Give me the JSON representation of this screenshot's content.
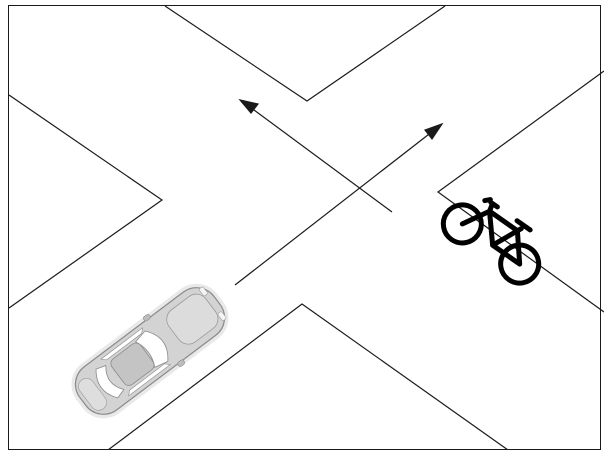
{
  "scene": {
    "background": "#ffffff",
    "line_color": "#1a1a1a",
    "car_body_color": "#cfcfcf",
    "car_glass_color": "#ffffff",
    "car_outline_color": "#8a8a8a",
    "bicycle_color": "#000000"
  },
  "elements": {
    "road": "intersection",
    "vehicle": "car-icon",
    "cyclist": "bicycle-icon",
    "arrows": [
      "arrow-up-left",
      "arrow-up-right"
    ]
  }
}
